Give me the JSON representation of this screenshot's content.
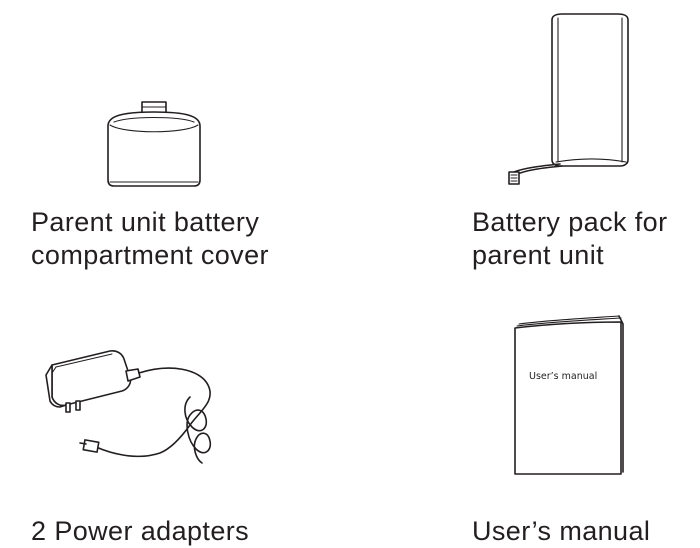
{
  "items": [
    {
      "icon": "battery-cover-icon",
      "caption_line1": "Parent unit battery",
      "caption_line2": "compartment cover"
    },
    {
      "icon": "battery-pack-icon",
      "caption_line1": "Battery pack for",
      "caption_line2": "parent unit"
    },
    {
      "icon": "power-adapter-icon",
      "caption_line1": "2 Power adapters"
    },
    {
      "icon": "manual-booklet-icon",
      "caption_line1": "User’s manual",
      "booklet_text": "User’s manual"
    }
  ]
}
